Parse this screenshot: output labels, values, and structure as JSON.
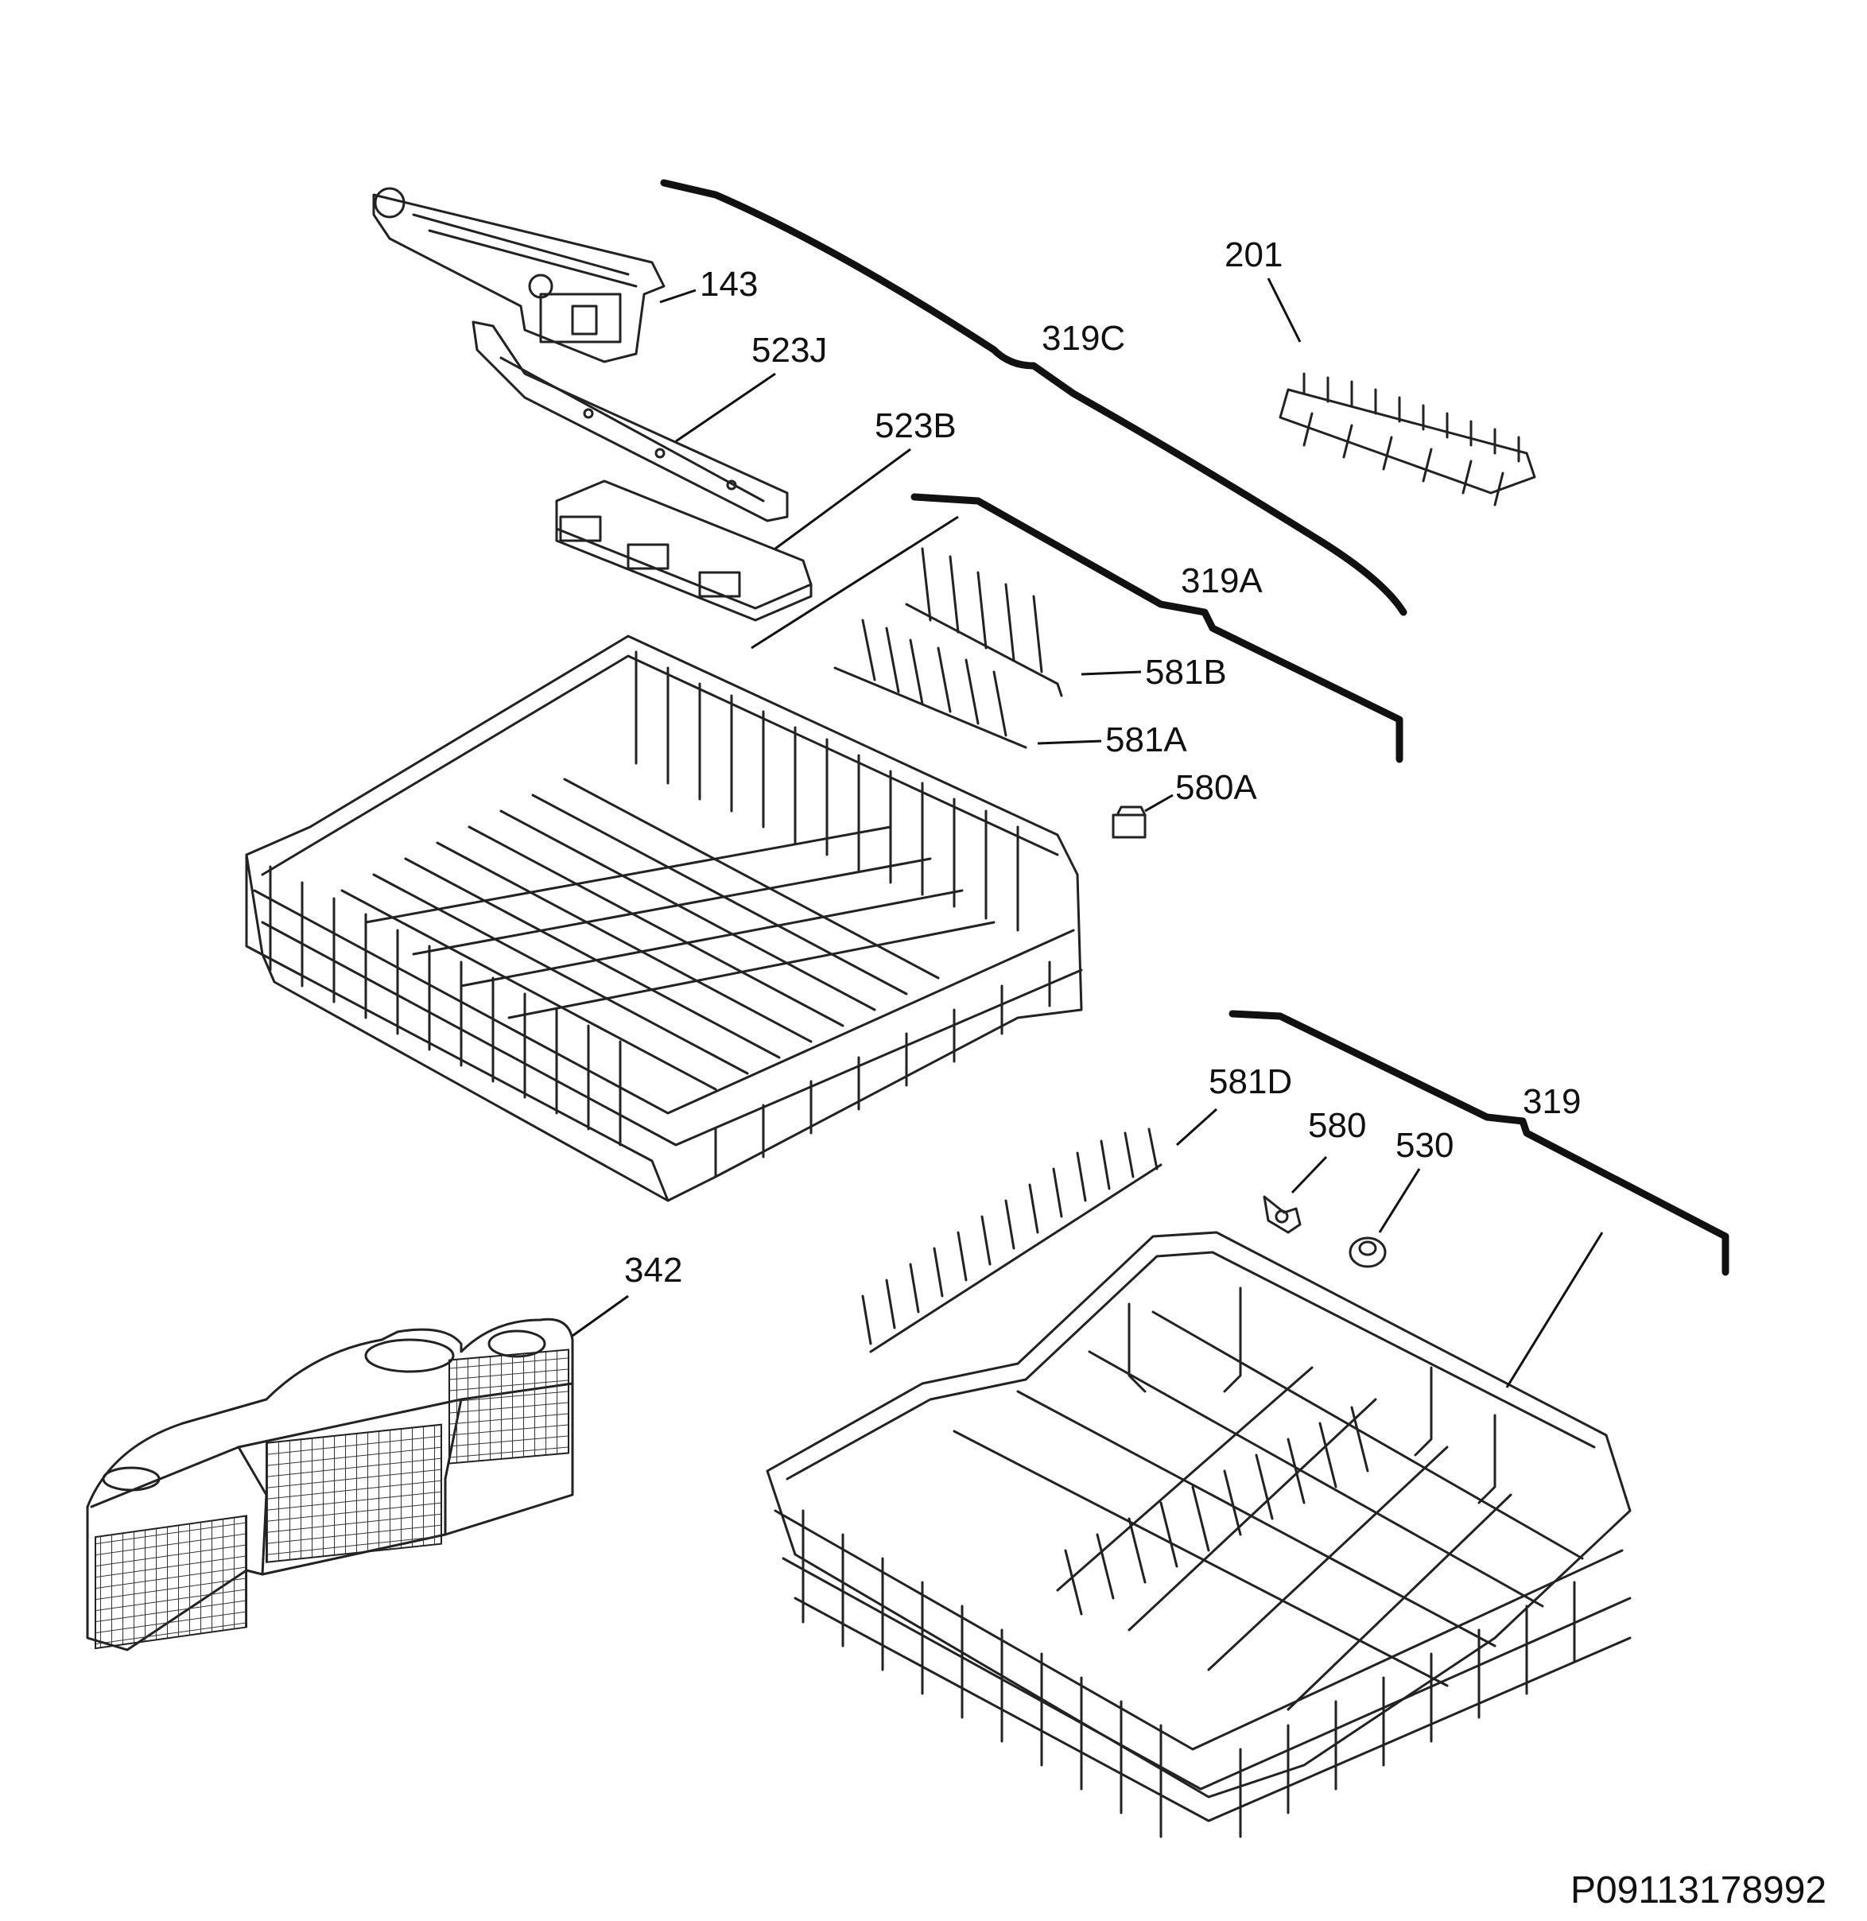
{
  "document_number": "P09113178992",
  "labels": {
    "p143": "143",
    "p201": "201",
    "p319C": "319C",
    "p523J": "523J",
    "p523B": "523B",
    "p319A": "319A",
    "p581B": "581B",
    "p581A": "581A",
    "p580A": "580A",
    "p581D": "581D",
    "p580": "580",
    "p530": "530",
    "p319": "319",
    "p342": "342"
  }
}
